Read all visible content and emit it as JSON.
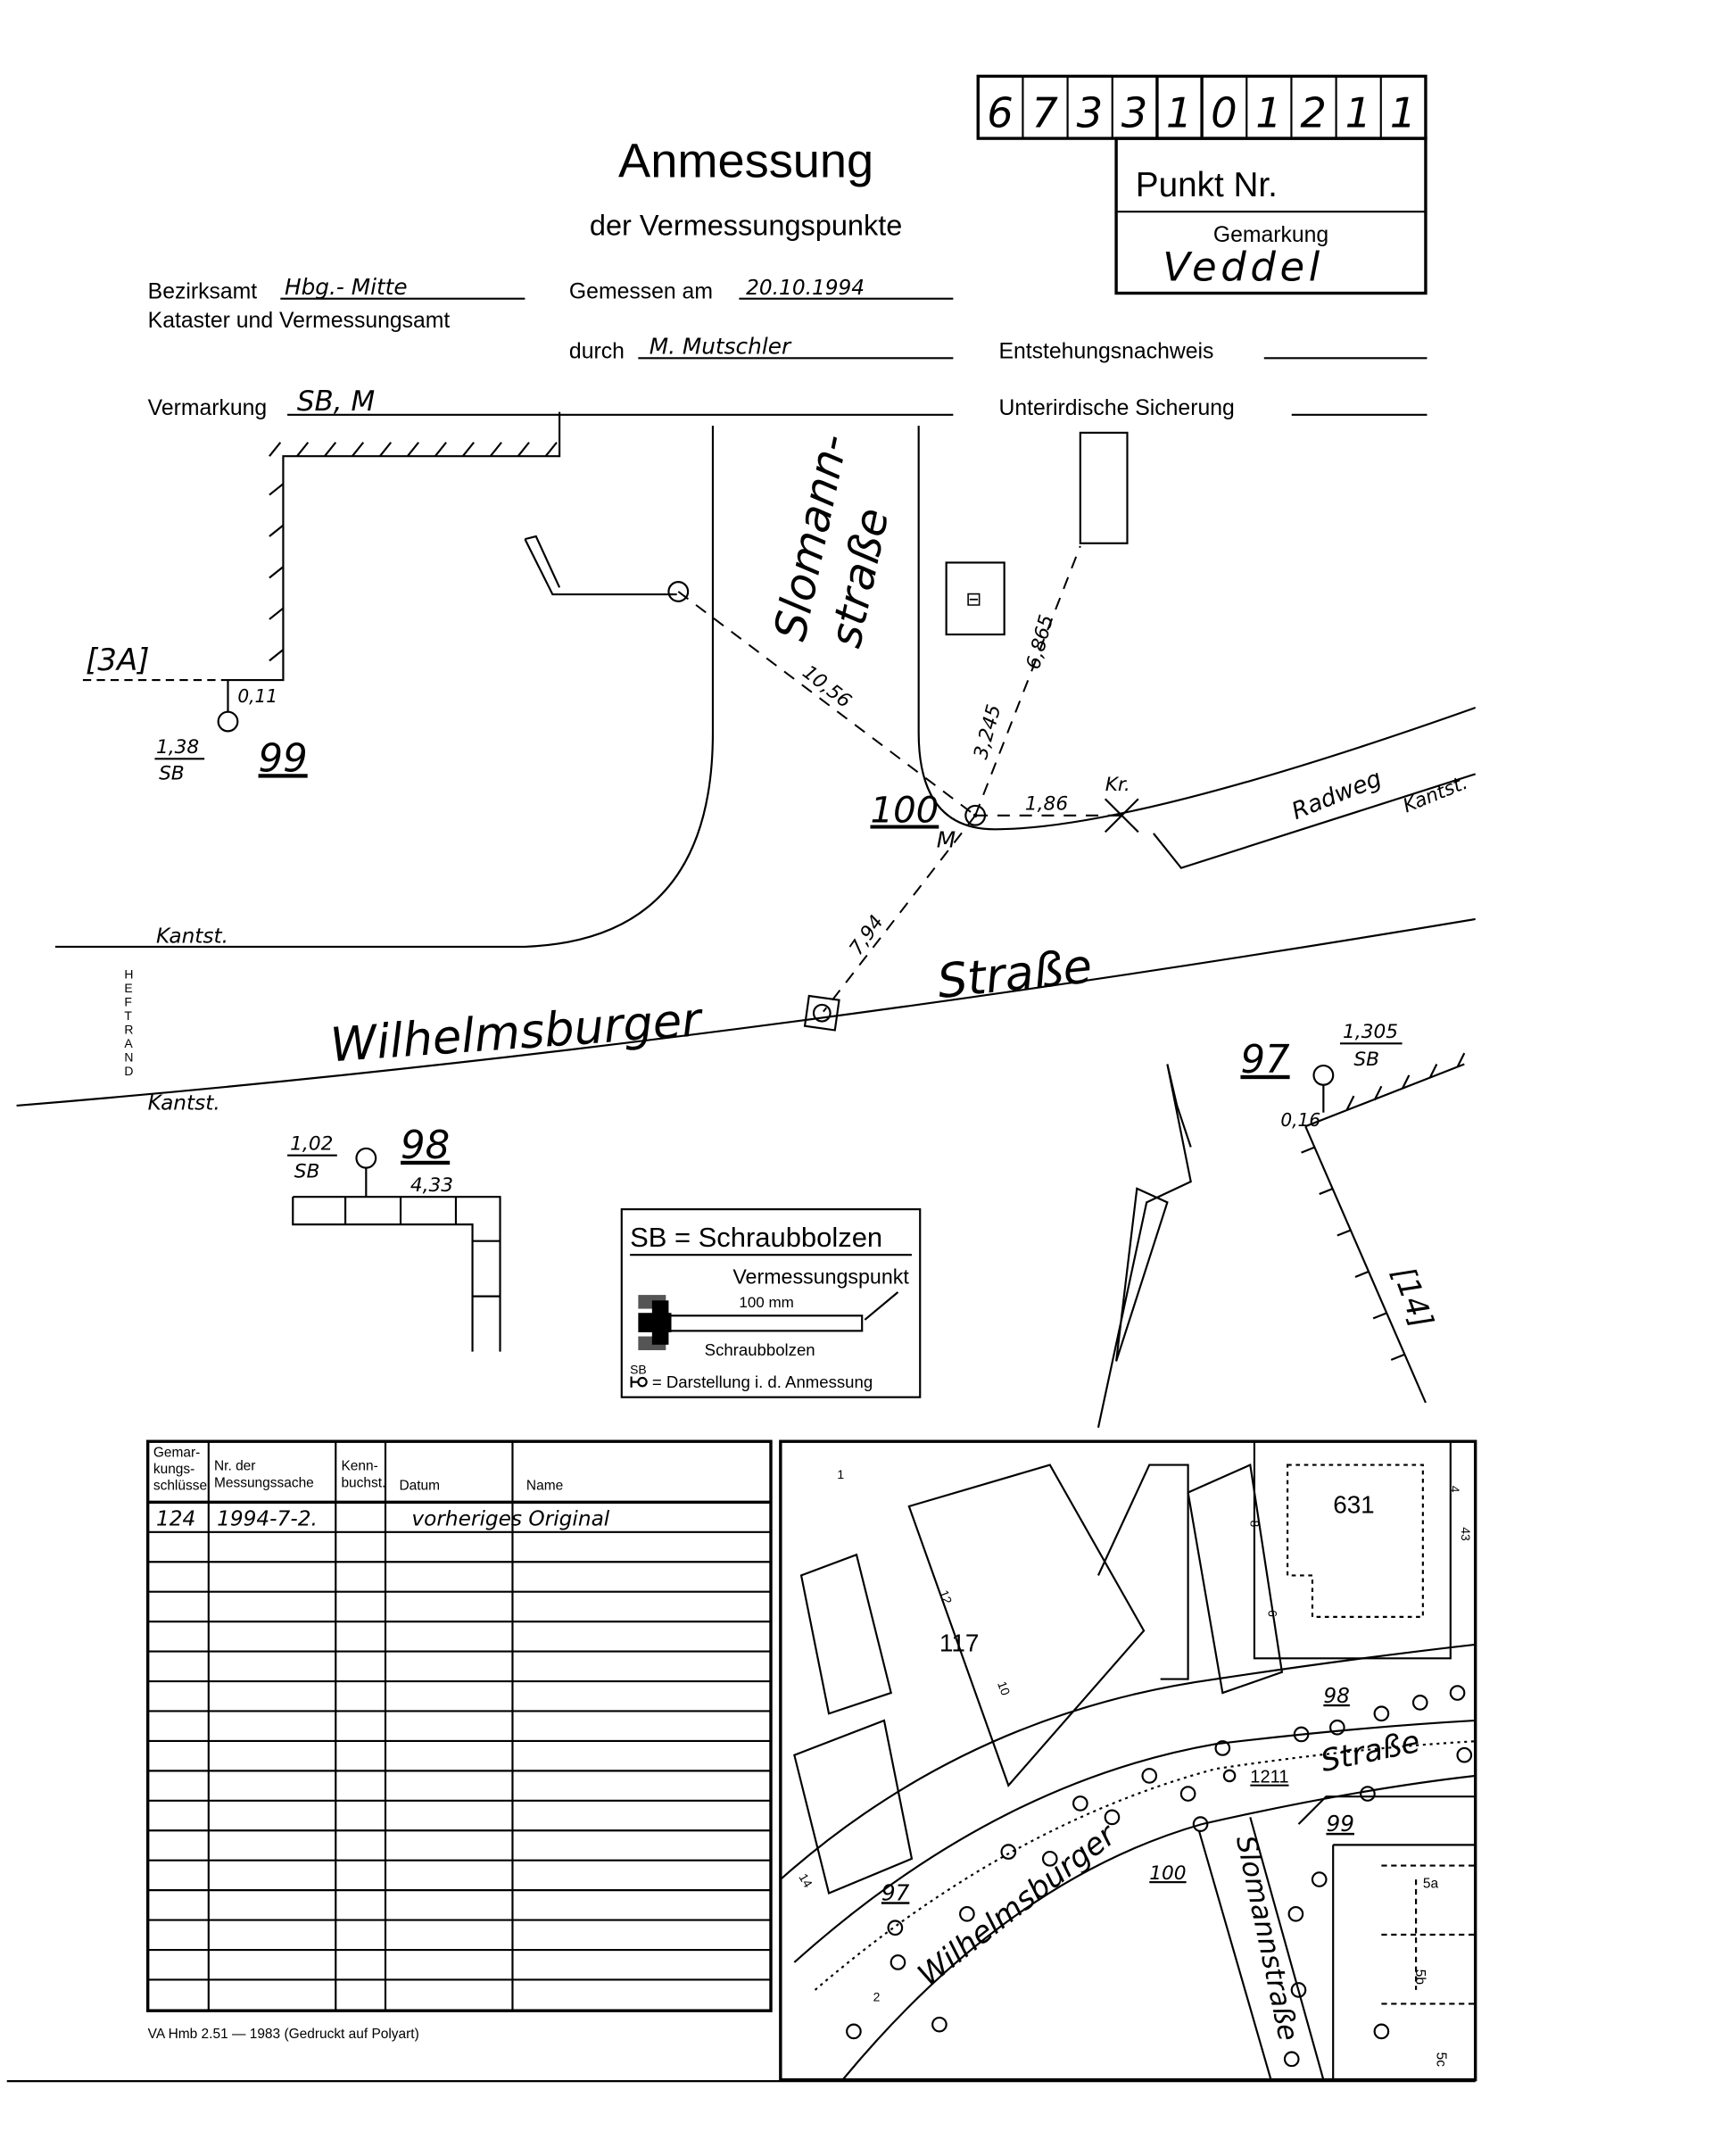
{
  "header": {
    "title": "Anmessung",
    "subtitle": "der Vermessungspunkte",
    "point_digits": [
      "6",
      "7",
      "3",
      "3",
      "1",
      "0",
      "1",
      "2",
      "1",
      "1"
    ],
    "punkt_label": "Punkt Nr.",
    "gemarkung_label": "Gemarkung",
    "gemarkung_value": "Veddel"
  },
  "form": {
    "bezirksamt_label": "Bezirksamt",
    "bezirksamt_value": "Hbg.- Mitte",
    "kataster_label": "Kataster und Vermessungsamt",
    "gemessen_label": "Gemessen am",
    "gemessen_value": "20.10.1994",
    "durch_label": "durch",
    "durch_value": "M. Mutschler",
    "entstehung_label": "Entstehungsnachweis",
    "vermarkung_label": "Vermarkung",
    "vermarkung_value": "SB, M",
    "unterirdisch_label": "Unterirdische Sicherung",
    "heftrand": [
      "H",
      "E",
      "F",
      "T",
      "R",
      "A",
      "N",
      "D"
    ]
  },
  "sketch": {
    "street_slomann_1": "Slomann-",
    "street_slomann_2": "straße",
    "street_wilhelmsburger": "Wilhelmsburger",
    "street_strasse": "Straße",
    "kantst_1": "Kantst.",
    "kantst_2": "Kantst.",
    "kantst_3": "Kantst.",
    "radweg": "Radweg",
    "kr": "Kr.",
    "label_3a": "[3A]",
    "label_14": "[14]",
    "p99": "99",
    "p99_dist": "0,11",
    "p99_frac_top": "1,38",
    "p99_frac_bot": "SB",
    "p100": "100",
    "p100_mark": "M",
    "d_1056": "10,56",
    "d_3245": "3,245",
    "d_6865": "6,865",
    "d_186": "1,86",
    "d_794": "7,94",
    "p97": "97",
    "p97_frac_top": "1,305",
    "p97_frac_bot": "SB",
    "p97_dist": "0,16",
    "p98": "98",
    "p98_frac_top": "1,02",
    "p98_frac_bot": "SB",
    "p98_dist": "4,33",
    "building_symbol": "⊟"
  },
  "legend": {
    "title": "SB = Schraubbolzen",
    "vermessungspunkt": "Vermessungspunkt",
    "length": "100 mm",
    "bolt": "Schraubbolzen",
    "symbol_label": "SB",
    "darstellung": "= Darstellung i. d. Anmessung"
  },
  "table": {
    "headers": [
      [
        "Gemar-",
        "kungs-",
        "schlüssel"
      ],
      [
        "Nr. der",
        "Messungssache"
      ],
      [
        "Kenn-",
        "buchst."
      ],
      [
        "Datum"
      ],
      [
        "Name"
      ]
    ],
    "rows": [
      [
        "124",
        "1994-7-2.",
        "",
        "vorheriges Original",
        ""
      ]
    ]
  },
  "map": {
    "labels": [
      "631",
      "8",
      "6",
      "12",
      "117",
      "10",
      "14",
      "4",
      "43",
      "5a",
      "5b",
      "5c",
      "1",
      "2"
    ],
    "street_wilhelmsburger": "Wilhelmsburger",
    "street_strasse": "Straße",
    "street_slomann": "Slomannstraße",
    "p97": "97",
    "p98": "98",
    "p99": "99",
    "p100": "100",
    "p1211": "1211"
  },
  "footer": "VA Hmb 2.51 — 1983 (Gedruckt auf Polyart)"
}
